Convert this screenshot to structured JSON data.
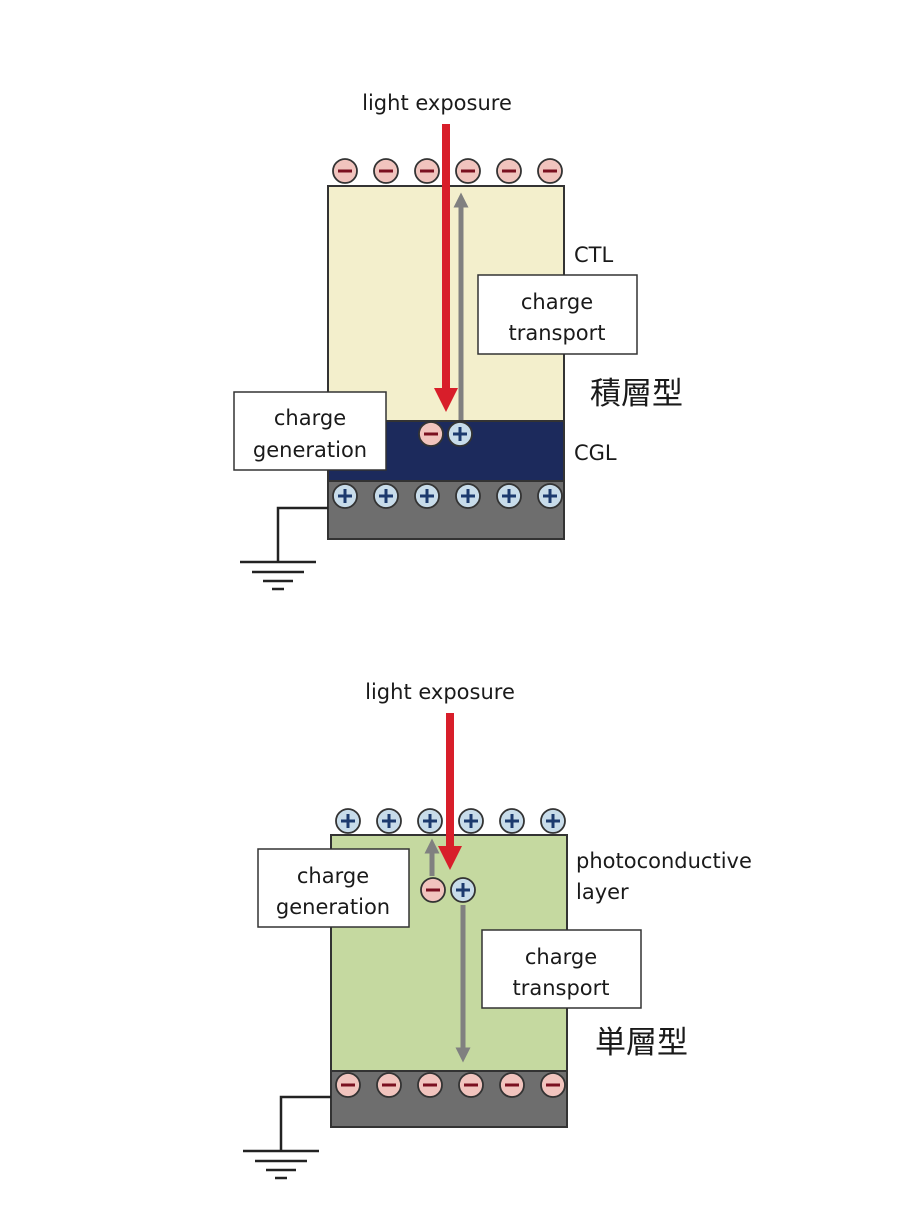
{
  "colors": {
    "ctl": "#f3efcc",
    "cgl": "#1c2a5c",
    "photoconductive": "#c5d9a0",
    "substrate": "#6e6e6e",
    "light": "#d81e2a",
    "transport_arrow": "#808080",
    "neg_fill": "#f1c4be",
    "pos_fill": "#c8dcea"
  },
  "icons": {
    "negative": "minus-charge-icon",
    "positive": "plus-charge-icon",
    "ground": "ground-icon"
  },
  "laminated": {
    "light_label": "light exposure",
    "ctl_label": "CTL",
    "cgl_label": "CGL",
    "transport_label": [
      "charge",
      "transport"
    ],
    "generation_label": [
      "charge",
      "generation"
    ],
    "type_label": "積層型",
    "top_charges": "negative",
    "bottom_charges": "positive"
  },
  "single": {
    "light_label": "light exposure",
    "layer_label": [
      "photoconductive",
      "layer"
    ],
    "transport_label": [
      "charge",
      "transport"
    ],
    "generation_label": [
      "charge",
      "generation"
    ],
    "type_label": "単層型",
    "top_charges": "positive",
    "bottom_charges": "negative"
  }
}
